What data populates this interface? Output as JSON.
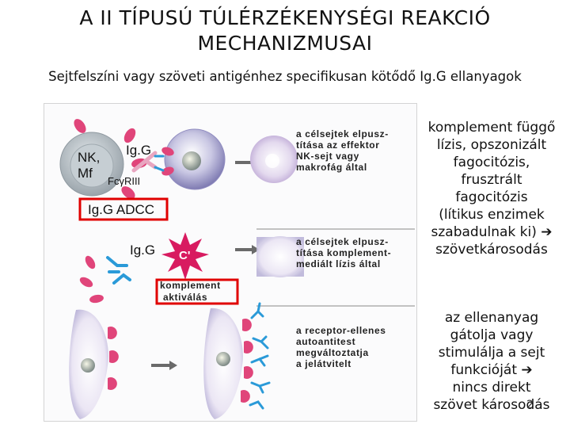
{
  "title": {
    "line1": "A II TÍPUSÚ TÚLÉRZÉKENYSÉGI REAKCIÓ",
    "line2": "MECHANIZMUSAI"
  },
  "subtitle": "Sejtfelszíni vagy szöveti antigénhez specifikusan kötődő Ig.G ellanyagok",
  "figure": {
    "cell_label_nk": "NK,",
    "cell_label_mf": "Mf",
    "label_igg_top": "Ig.G",
    "label_fc_receptor": "FcγRIII",
    "label_adcc": "Ig.G ADCC",
    "label_igg_mid": "Ig.G",
    "label_complement": "C'",
    "label_complement_activation_1": "komplement",
    "label_complement_activation_2": "aktiválás",
    "desc1": [
      "a célsejtek elpusz-",
      "títása az effektor",
      "NK-sejt vagy",
      "makrofág által"
    ],
    "desc2": [
      "a célsejtek elpusz-",
      "títása komplement-",
      "mediált lízis által"
    ],
    "desc3": [
      "a receptor-ellenes",
      "autoantitest",
      "megváltoztatja",
      "a jelátvitelt"
    ]
  },
  "right_text_top": [
    "komplement függő",
    "lízis, opszonizált",
    "fagocitózis,",
    "frusztrált",
    "fagocitózis",
    "(lítikus enzimek",
    "szabadulnak ki) ➔",
    "szövetkárosodás"
  ],
  "right_text_bottom": [
    "az ellenanyag",
    "gátolja vagy",
    "stimulálja a sejt",
    "funkcióját ➔",
    "nincs direkt",
    "szövet károsodás"
  ],
  "page_number": "2",
  "colors": {
    "nk_cell": "#b9c2c8",
    "target_cell": "#8a86b8",
    "antibody": "#1f7fc0",
    "antigen": "#e0457a",
    "complement": "#d81b60",
    "highlight_box": "#e00000",
    "arrow": "#6a6a6a",
    "divider": "#888888"
  }
}
